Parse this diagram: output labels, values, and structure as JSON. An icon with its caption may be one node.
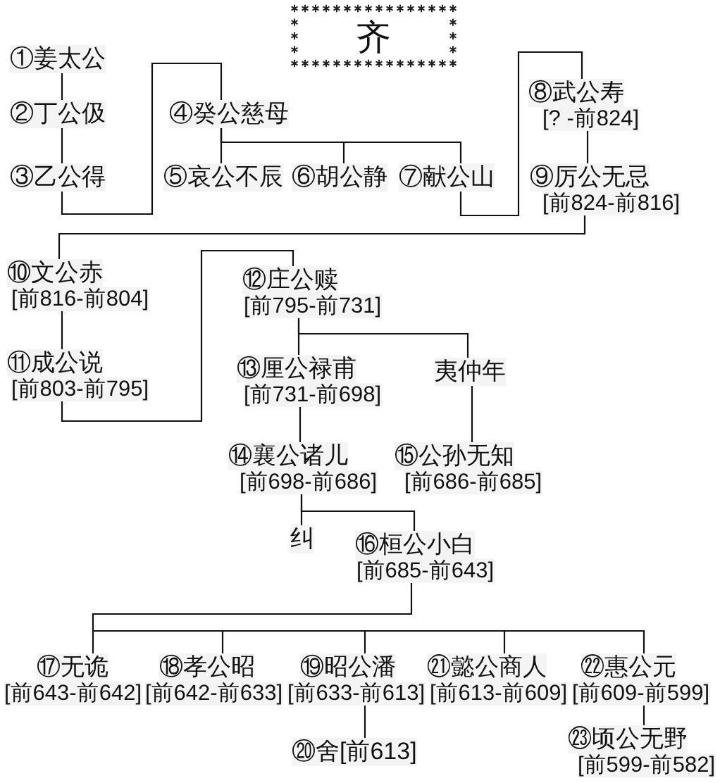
{
  "diagram": {
    "title": "齐",
    "nodes": [
      {
        "text": [
          "①姜太公"
        ]
      },
      {
        "text": [
          "②丁公伋"
        ]
      },
      {
        "text": [
          "③乙公得"
        ]
      },
      {
        "text": [
          "④癸公慈母"
        ]
      },
      {
        "text": [
          "⑤哀公不辰"
        ]
      },
      {
        "text": [
          "⑥胡公静"
        ]
      },
      {
        "text": [
          "⑦献公山"
        ]
      },
      {
        "text": [
          "⑧武公寿",
          "[? -前824]"
        ]
      },
      {
        "text": [
          "⑨厉公无忌",
          "[前824-前816]"
        ]
      },
      {
        "text": [
          "⑩文公赤",
          "[前816-前804]"
        ]
      },
      {
        "text": [
          "⑪成公说",
          "[前803-前795]"
        ]
      },
      {
        "text": [
          "⑫庄公赎",
          "[前795-前731]"
        ]
      },
      {
        "text": [
          "⑬厘公禄甫",
          "[前731-前698]"
        ]
      },
      {
        "text": [
          "夷仲年"
        ]
      },
      {
        "text": [
          "⑭襄公诸儿",
          "[前698-前686]"
        ]
      },
      {
        "text": [
          "⑮公孙无知",
          "[前686-前685]"
        ]
      },
      {
        "text": [
          "纠"
        ]
      },
      {
        "text": [
          "⑯桓公小白",
          "[前685-前643]"
        ]
      },
      {
        "text": [
          "⑰无诡",
          "[前643-前642]"
        ]
      },
      {
        "text": [
          "⑱孝公昭",
          "[前642-前633]"
        ]
      },
      {
        "text": [
          "⑲昭公潘",
          "[前633-前613]"
        ]
      },
      {
        "text": [
          "㉑懿公商人",
          "[前613-前609]"
        ]
      },
      {
        "text": [
          "㉒惠公元",
          "[前609-前599]"
        ]
      },
      {
        "text": [
          "⑳舍[前613]"
        ]
      },
      {
        "text": [
          "㉓顷公无野",
          "[前599-前582]"
        ]
      }
    ],
    "edges": [
      {
        "from": 0,
        "to": 1,
        "arrow": "none"
      },
      {
        "from": 1,
        "to": 2,
        "arrow": "none"
      },
      {
        "from": 2,
        "to": 3,
        "arrow": "none"
      },
      {
        "from": 3,
        "to": 4,
        "arrow": "none"
      },
      {
        "from": 3,
        "to": 5,
        "arrow": "none"
      },
      {
        "from": 3,
        "to": 6,
        "arrow": "none"
      },
      {
        "from": 6,
        "to": 7,
        "arrow": "none"
      },
      {
        "from": 7,
        "to": 8,
        "arrow": "none"
      },
      {
        "from": 8,
        "to": 9,
        "arrow": "none"
      },
      {
        "from": 9,
        "to": 10,
        "arrow": "none"
      },
      {
        "from": 10,
        "to": 11,
        "arrow": "none"
      },
      {
        "from": 11,
        "to": 12,
        "arrow": "none"
      },
      {
        "from": 11,
        "to": 13,
        "arrow": "none"
      },
      {
        "from": 12,
        "to": 14,
        "arrow": "none"
      },
      {
        "from": 13,
        "to": 15,
        "arrow": "none"
      },
      {
        "from": 14,
        "to": 16,
        "arrow": "none"
      },
      {
        "from": 14,
        "to": 17,
        "arrow": "none"
      },
      {
        "from": 17,
        "to": 18,
        "arrow": "none"
      },
      {
        "from": 17,
        "to": 19,
        "arrow": "none"
      },
      {
        "from": 17,
        "to": 20,
        "arrow": "none"
      },
      {
        "from": 17,
        "to": 21,
        "arrow": "none"
      },
      {
        "from": 17,
        "to": 22,
        "arrow": "none"
      },
      {
        "from": 20,
        "to": 23,
        "arrow": "none"
      },
      {
        "from": 22,
        "to": 24,
        "arrow": "none"
      }
    ]
  }
}
